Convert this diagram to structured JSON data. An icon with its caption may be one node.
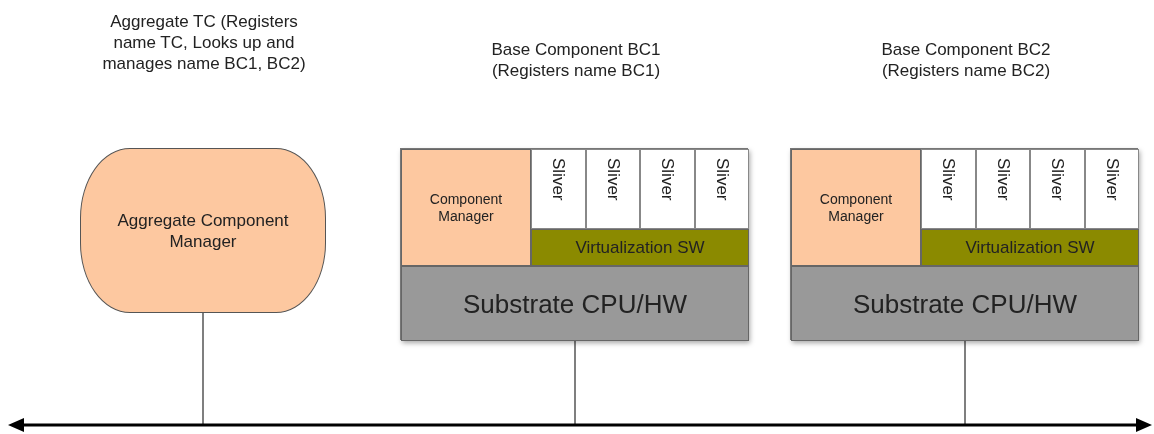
{
  "diagram": {
    "nodes": [
      {
        "text": [
          "Aggregate TC (Registers name TC, Looks up and manages name BC1, BC2)",
          "Aggregate Component Manager"
        ]
      },
      {
        "text": [
          "Base Component BC1 (Registers name BC1)"
        ]
      },
      {
        "text": [
          "Component Manager"
        ],
        "in": 1
      },
      {
        "text": [
          "Sliver"
        ],
        "in": 1
      },
      {
        "text": [
          "Sliver"
        ],
        "in": 1
      },
      {
        "text": [
          "Sliver"
        ],
        "in": 1
      },
      {
        "text": [
          "Sliver"
        ],
        "in": 1
      },
      {
        "text": [
          "Virtualization SW"
        ],
        "in": 1
      },
      {
        "text": [
          "Substrate CPU/HW"
        ],
        "in": 1
      },
      {
        "text": [
          "Base Component BC2 (Registers name BC2)"
        ]
      },
      {
        "text": [
          "Component Manager"
        ],
        "in": 9
      },
      {
        "text": [
          "Sliver"
        ],
        "in": 9
      },
      {
        "text": [
          "Sliver"
        ],
        "in": 9
      },
      {
        "text": [
          "Sliver"
        ],
        "in": 9
      },
      {
        "text": [
          "Sliver"
        ],
        "in": 9
      },
      {
        "text": [
          "Virtualization SW"
        ],
        "in": 9
      },
      {
        "text": [
          "Substrate CPU/HW"
        ],
        "in": 9
      },
      {
        "text": [],
        "shape": "bar"
      }
    ],
    "edges": [
      {
        "from": 0,
        "to": 17,
        "arrow": "none"
      },
      {
        "from": 8,
        "to": 17,
        "arrow": "none"
      },
      {
        "from": 16,
        "to": 17,
        "arrow": "none"
      }
    ]
  }
}
